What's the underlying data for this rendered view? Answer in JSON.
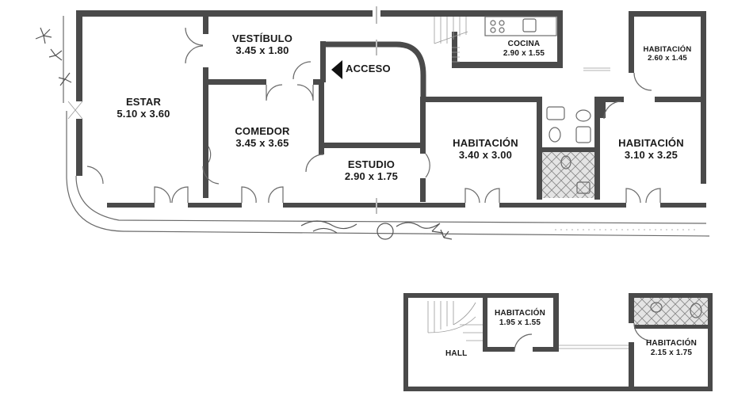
{
  "main_floor": {
    "estar": {
      "name": "ESTAR",
      "dims": "5.10 x 3.60"
    },
    "vestibulo": {
      "name": "VESTÍBULO",
      "dims": "3.45 x 1.80"
    },
    "comedor": {
      "name": "COMEDOR",
      "dims": "3.45 x 3.65"
    },
    "estudio": {
      "name": "ESTUDIO",
      "dims": "2.90 x 1.75"
    },
    "cocina": {
      "name": "COCINA",
      "dims": "2.90 x 1.55"
    },
    "habitacion_a": {
      "name": "HABITACIÓN",
      "dims": "2.60 x 1.45"
    },
    "habitacion_b": {
      "name": "HABITACIÓN",
      "dims": "3.40 x 3.00"
    },
    "habitacion_c": {
      "name": "HABITACIÓN",
      "dims": "3.10 x 3.25"
    },
    "acceso": {
      "label": "ACCESO"
    }
  },
  "upper_floor": {
    "hall": {
      "name": "HALL"
    },
    "habitacion_d": {
      "name": "HABITACIÓN",
      "dims": "1.95 x 1.55"
    },
    "habitacion_e": {
      "name": "HABITACIÓN",
      "dims": "2.15 x 1.75"
    }
  },
  "icons": [
    "entrance-arrow-icon",
    "staircase-icon",
    "plant-icon",
    "door-swing-icon",
    "bathroom-fixture-icon",
    "kitchen-stove-icon"
  ],
  "colors": {
    "wall": "#4a4a4a",
    "tile": "#d9d9d9",
    "background": "#ffffff"
  }
}
